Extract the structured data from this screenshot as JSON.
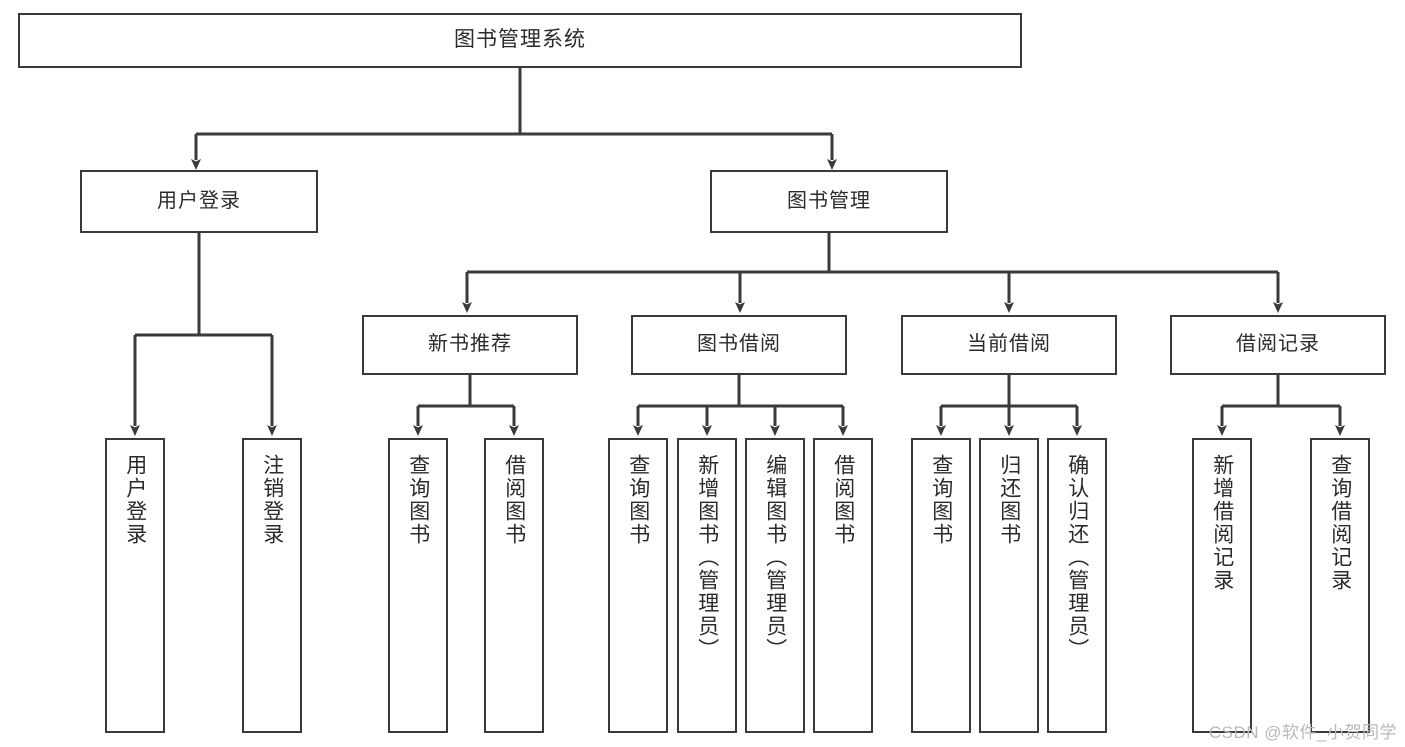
{
  "diagram": {
    "title": "图书管理系统",
    "type": "tree-hierarchy",
    "watermark": "CSDN @软件_小贺同学",
    "colors": {
      "background": "#ffffff",
      "box_border": "#3a3a3a",
      "box_fill": "#ffffff",
      "text": "#2b2b2b",
      "edge": "#3a3a3a",
      "watermark": "#b9b9b9"
    }
  },
  "nodes": {
    "root": {
      "label": "图书管理系统"
    },
    "level2": [
      {
        "id": "user-login",
        "label": "用户登录"
      },
      {
        "id": "book-manage",
        "label": "图书管理"
      }
    ],
    "level3": [
      {
        "id": "new-book-recommend",
        "label": "新书推荐"
      },
      {
        "id": "book-borrow",
        "label": "图书借阅"
      },
      {
        "id": "current-borrow",
        "label": "当前借阅"
      },
      {
        "id": "borrow-record",
        "label": "借阅记录"
      }
    ],
    "leaves": [
      {
        "id": "leaf-user-login",
        "label": "用户登录",
        "parent": "user-login"
      },
      {
        "id": "leaf-logout",
        "label": "注销登录",
        "parent": "user-login"
      },
      {
        "id": "leaf-query-book-rec",
        "label": "查询图书",
        "parent": "new-book-recommend"
      },
      {
        "id": "leaf-borrow-book-rec",
        "label": "借阅图书",
        "parent": "new-book-recommend"
      },
      {
        "id": "leaf-query-book-borrow",
        "label": "查询图书",
        "parent": "book-borrow"
      },
      {
        "id": "leaf-add-book",
        "label": "新增图书（管理员）",
        "parent": "book-borrow"
      },
      {
        "id": "leaf-edit-book",
        "label": "编辑图书（管理员）",
        "parent": "book-borrow"
      },
      {
        "id": "leaf-borrow-book",
        "label": "借阅图书",
        "parent": "book-borrow"
      },
      {
        "id": "leaf-query-book-current",
        "label": "查询图书",
        "parent": "current-borrow"
      },
      {
        "id": "leaf-return-book",
        "label": "归还图书",
        "parent": "current-borrow"
      },
      {
        "id": "leaf-confirm-return",
        "label": "确认归还（管理员）",
        "parent": "current-borrow"
      },
      {
        "id": "leaf-add-record",
        "label": "新增借阅记录",
        "parent": "borrow-record"
      },
      {
        "id": "leaf-query-record",
        "label": "查询借阅记录",
        "parent": "borrow-record"
      }
    ]
  }
}
